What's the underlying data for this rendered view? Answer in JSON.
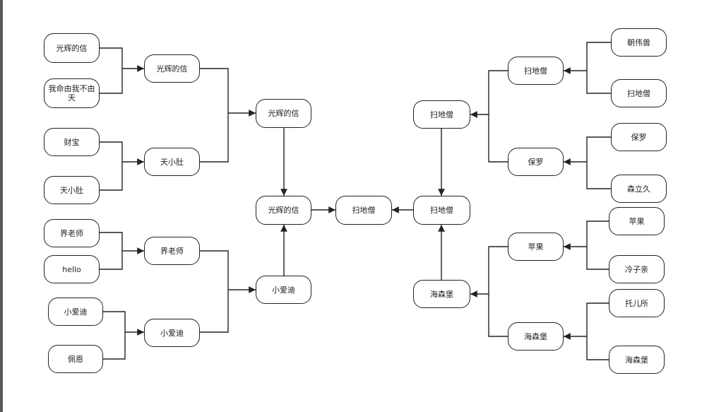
{
  "bracket": {
    "left_round1": [
      "光辉的信",
      "我命由我不由天",
      "财宝",
      "天小肚",
      "界老师",
      "hello",
      "小爱迪",
      "佩恩"
    ],
    "left_round2": [
      "光辉的信",
      "天小肚",
      "界老师",
      "小爱迪"
    ],
    "left_semis": [
      "光辉的信",
      "小爱迪"
    ],
    "left_final": "光辉的信",
    "champion": "扫地僧",
    "right_final": "扫地僧",
    "right_semis": [
      "扫地僧",
      "海森堡"
    ],
    "right_round2": [
      "扫地僧",
      "保罗",
      "苹果",
      "海森堡"
    ],
    "right_round1": [
      "朝伟兽",
      "扫地僧",
      "保罗",
      "森立久",
      "苹果",
      "冷子亲",
      "托儿所",
      "海森堡"
    ]
  }
}
